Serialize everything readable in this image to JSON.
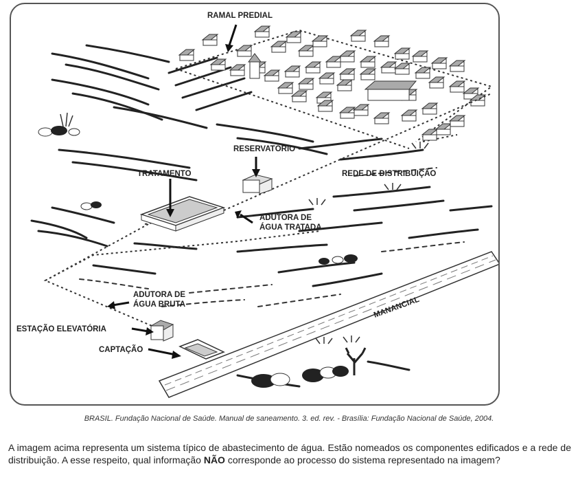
{
  "diagram": {
    "labels": {
      "ramal_predial": "RAMAL PREDIAL",
      "reservatorio": "RESERVATÓRIO",
      "tratamento": "TRATAMENTO",
      "rede_distribuicao": "REDE DE DISTRIBUIÇÃO",
      "adutora_tratada_1": "ADUTORA DE",
      "adutora_tratada_2": "ÁGUA TRATADA",
      "adutora_bruta_1": "ADUTORA DE",
      "adutora_bruta_2": "ÁGUA BRUTA",
      "estacao_elevatoria": "ESTAÇÃO ELEVATÓRIA",
      "captacao": "CAPTAÇÃO",
      "manancial": "MANANCIAL"
    }
  },
  "caption": "BRASIL. Fundação Nacional de Saúde. Manual de saneamento. 3. ed. rev. - Brasília: Fundação Nacional de Saúde, 2004.",
  "question": {
    "before": "A imagem acima representa um sistema típico de abastecimento de água. Estão nomeados os componentes edificados e a rede de distribuição. A esse respeito, qual informação ",
    "emphasis": "NÃO",
    "after": " corresponde ao processo do sistema representado na imagem?"
  }
}
